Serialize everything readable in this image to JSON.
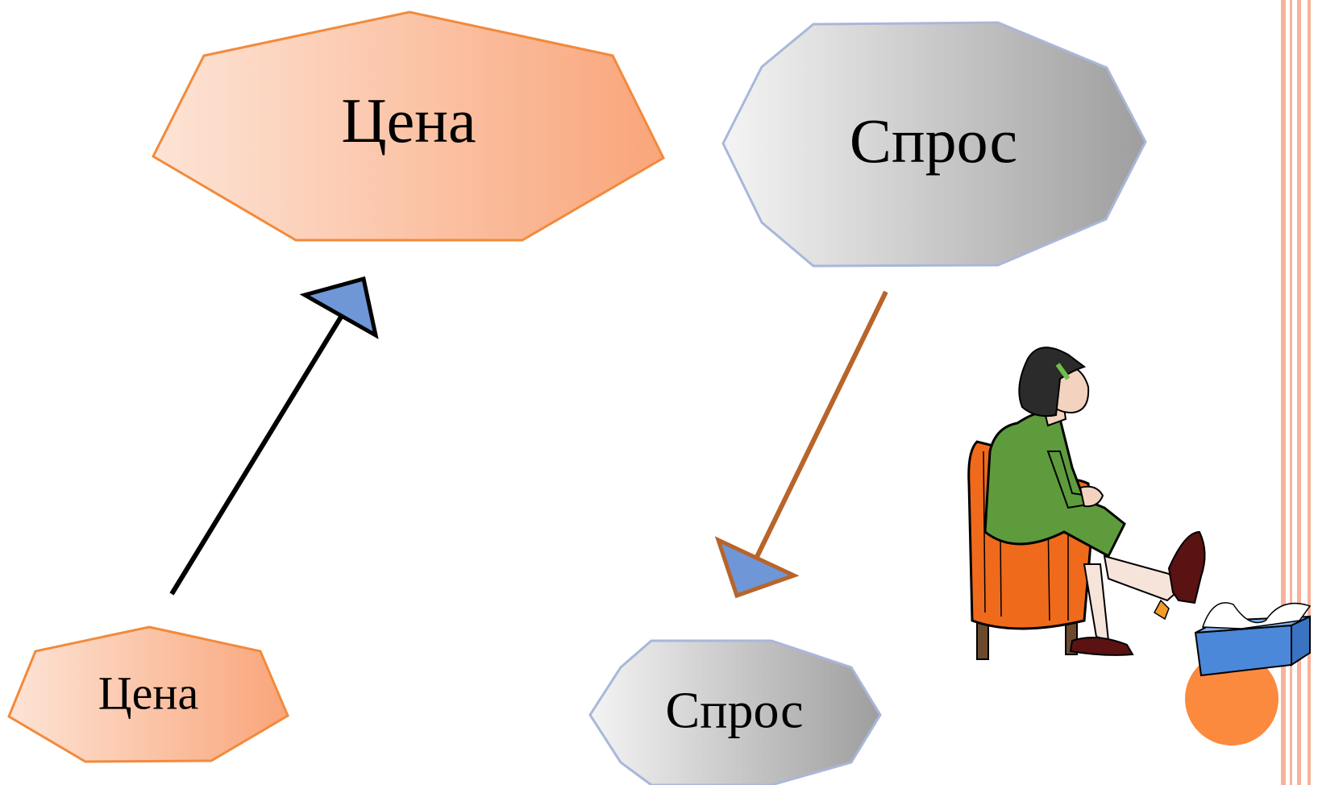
{
  "shapes": {
    "price_large": {
      "label": "Цена"
    },
    "demand_large": {
      "label": "Спрос"
    },
    "price_small": {
      "label": "Цена"
    },
    "demand_small": {
      "label": "Спрос"
    }
  },
  "arrows": {
    "price_arrow": {
      "direction": "up"
    },
    "demand_arrow": {
      "direction": "down"
    }
  },
  "colors": {
    "price_gradient_start": "#FDE4D6",
    "price_gradient_end": "#F9A57A",
    "price_stroke": "#F28A3C",
    "demand_gradient_start": "#F4F4F4",
    "demand_gradient_end": "#9E9E9E",
    "demand_stroke": "#A9B7D9",
    "arrow_head_fill": "#6F96D6",
    "demand_arrow_line": "#B8642A",
    "border_stripe": "#F7B39A",
    "accent_circle": "#FB8A3E"
  },
  "illustration": {
    "icon": "woman-trying-on-shoes-icon"
  }
}
